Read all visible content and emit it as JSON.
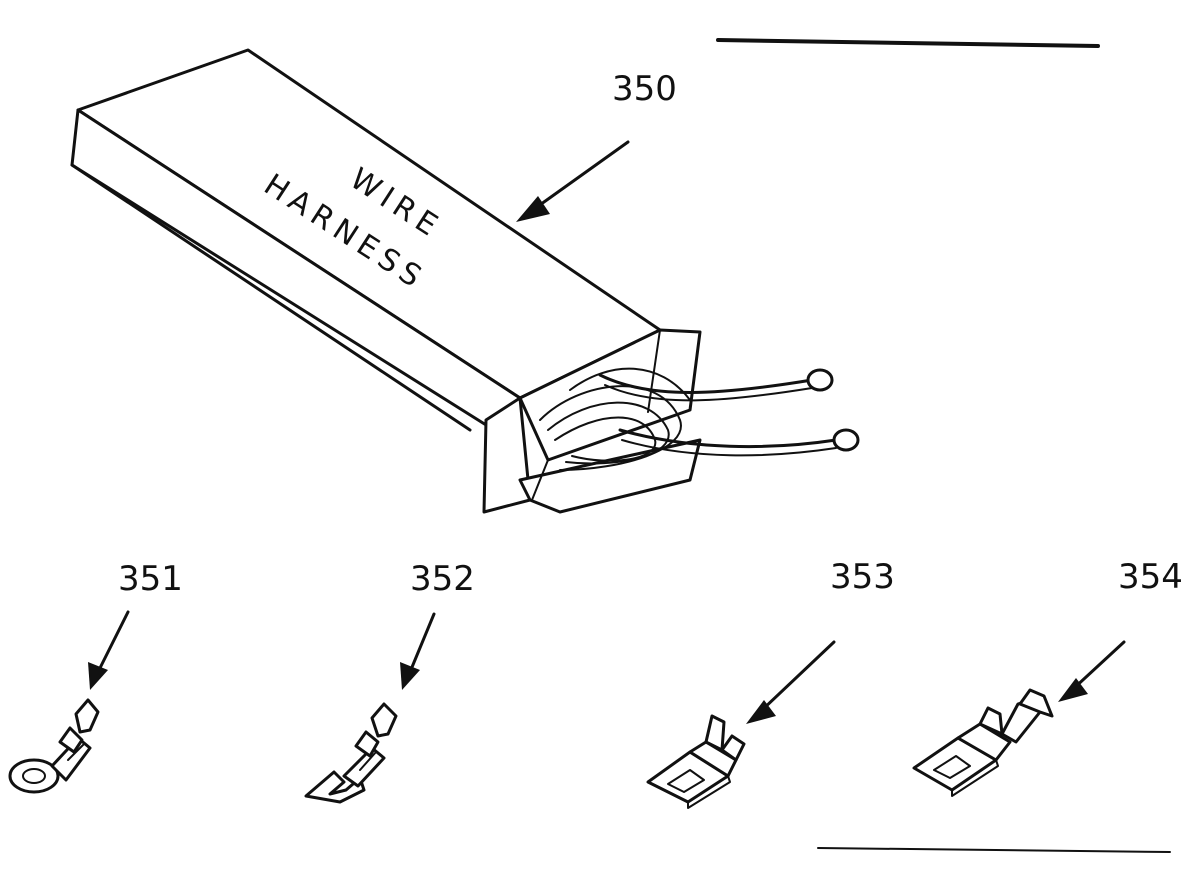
{
  "box": {
    "label_line1": "WIRE",
    "label_line2": "HARNESS"
  },
  "callouts": {
    "harness": "350",
    "terminal_ring": "351",
    "terminal_spade": "352",
    "terminal_female_a": "353",
    "terminal_female_b": "354"
  },
  "icons": [
    "arrow-icon",
    "ring-terminal-icon",
    "spade-terminal-icon",
    "female-terminal-icon"
  ],
  "ink_color": "#111111"
}
